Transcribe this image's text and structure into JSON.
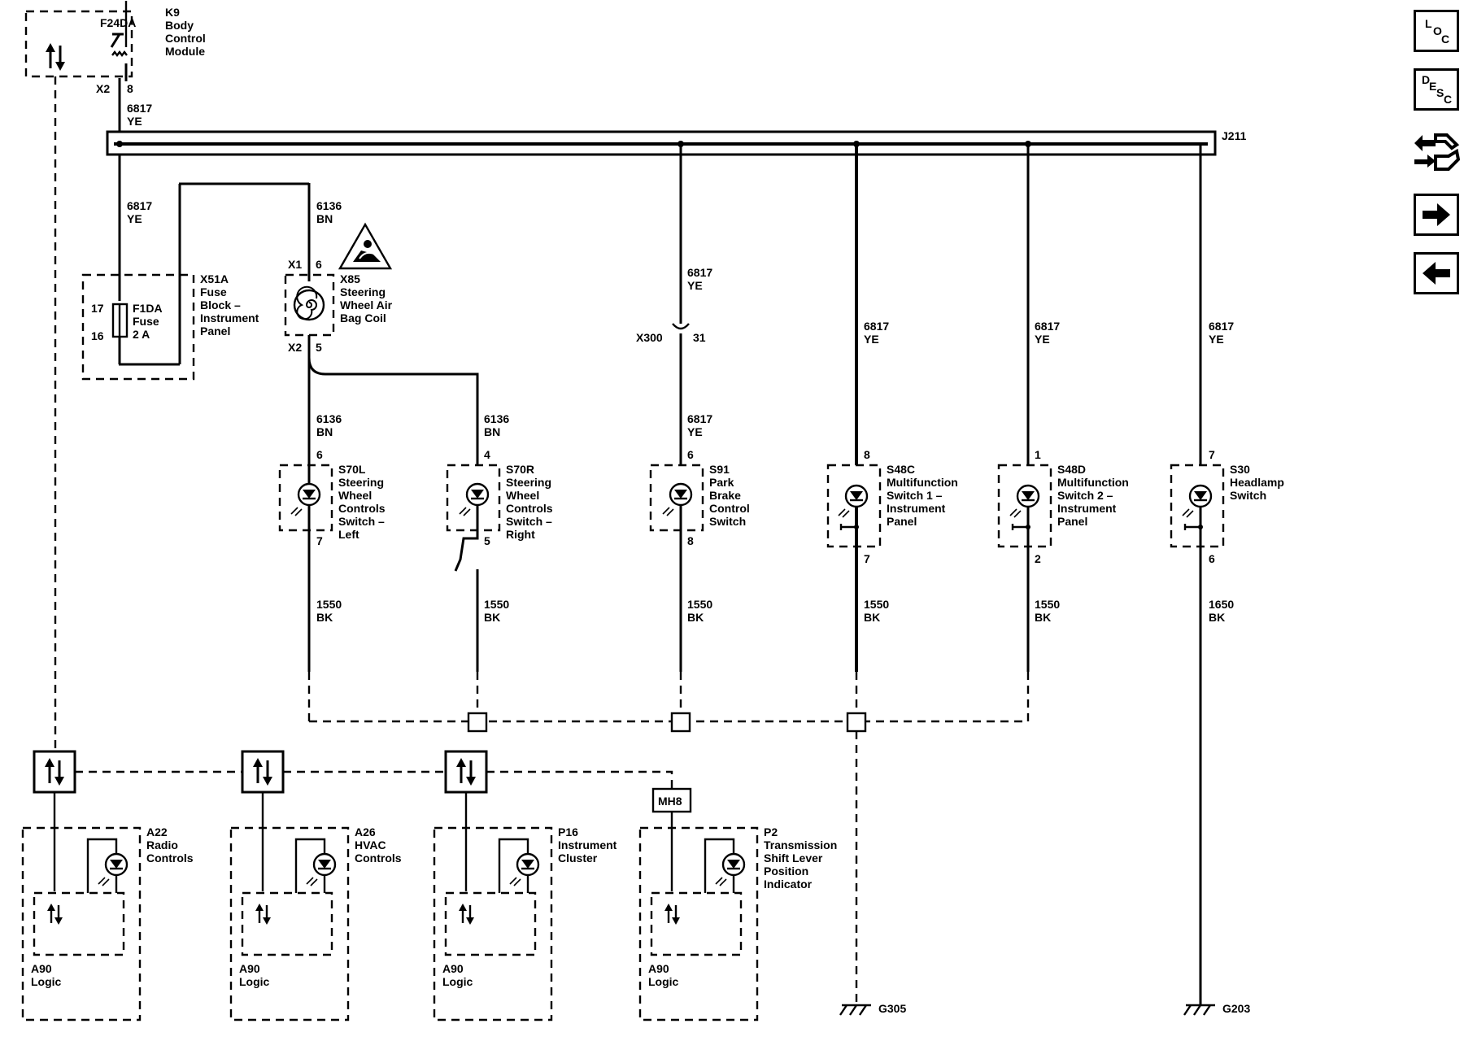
{
  "modules": {
    "k9": {
      "ref": "K9",
      "lines": [
        "Body",
        "Control",
        "Module"
      ],
      "fuse": "F24DA",
      "connector": "X2",
      "pin": "8"
    },
    "x51a": {
      "ref": "X51A",
      "lines": [
        "Fuse",
        "Block –",
        "Instrument",
        "Panel"
      ],
      "fuse_ref": "F1DA",
      "fuse_lines": [
        "Fuse",
        "2 A"
      ],
      "pin_in": "17",
      "pin_out": "16"
    },
    "x85": {
      "ref": "X85",
      "lines": [
        "Steering",
        "Wheel Air",
        "Bag Coil"
      ],
      "conn1": "X1",
      "pin1": "6",
      "conn2": "X2",
      "pin2": "5"
    },
    "j211": {
      "ref": "J211"
    },
    "x300": {
      "ref": "X300",
      "pin": "31"
    },
    "mh8": {
      "ref": "MH8"
    }
  },
  "wires": {
    "w6817_top": [
      "6817",
      "YE"
    ],
    "w6817_mid": [
      "6817",
      "YE"
    ],
    "w6136_top": [
      "6136",
      "BN"
    ],
    "w6136_l": [
      "6136",
      "BN"
    ],
    "w6136_r": [
      "6136",
      "BN"
    ],
    "w6817_x300_top": [
      "6817",
      "YE"
    ],
    "w6817_x300_bot": [
      "6817",
      "YE"
    ],
    "w6817_s48c": [
      "6817",
      "YE"
    ],
    "w6817_s48d": [
      "6817",
      "YE"
    ],
    "w6817_s30": [
      "6817",
      "YE"
    ],
    "w1550_s70l": [
      "1550",
      "BK"
    ],
    "w1550_s70r": [
      "1550",
      "BK"
    ],
    "w1550_s91": [
      "1550",
      "BK"
    ],
    "w1550_s48c": [
      "1550",
      "BK"
    ],
    "w1550_s48d": [
      "1550",
      "BK"
    ],
    "w1650_s30": [
      "1650",
      "BK"
    ]
  },
  "switches": [
    {
      "ref": "S70L",
      "lines": [
        "Steering",
        "Wheel",
        "Controls",
        "Switch –",
        "Left"
      ],
      "pin_top": "6",
      "pin_bot": "7"
    },
    {
      "ref": "S70R",
      "lines": [
        "Steering",
        "Wheel",
        "Controls",
        "Switch –",
        "Right"
      ],
      "pin_top": "4",
      "pin_bot": "5"
    },
    {
      "ref": "S91",
      "lines": [
        "Park",
        "Brake",
        "Control",
        "Switch"
      ],
      "pin_top": "6",
      "pin_bot": "8"
    },
    {
      "ref": "S48C",
      "lines": [
        "Multifunction",
        "Switch 1 –",
        "Instrument",
        "Panel"
      ],
      "pin_top": "8",
      "pin_bot": "7"
    },
    {
      "ref": "S48D",
      "lines": [
        "Multifunction",
        "Switch 2 –",
        "Instrument",
        "Panel"
      ],
      "pin_top": "1",
      "pin_bot": "2"
    },
    {
      "ref": "S30",
      "lines": [
        "Headlamp",
        "Switch"
      ],
      "pin_top": "7",
      "pin_bot": "6"
    }
  ],
  "lamp_modules": [
    {
      "ref": "A22",
      "lines": [
        "Radio",
        "Controls"
      ],
      "logic_ref": "A90",
      "logic_label": "Logic"
    },
    {
      "ref": "A26",
      "lines": [
        "HVAC",
        "Controls"
      ],
      "logic_ref": "A90",
      "logic_label": "Logic"
    },
    {
      "ref": "P16",
      "lines": [
        "Instrument",
        "Cluster"
      ],
      "logic_ref": "A90",
      "logic_label": "Logic"
    },
    {
      "ref": "P2",
      "lines": [
        "Transmission",
        "Shift Lever",
        "Position",
        "Indicator"
      ],
      "logic_ref": "A90",
      "logic_label": "Logic"
    }
  ],
  "grounds": {
    "g305": "G305",
    "g203": "G203"
  },
  "nav": {
    "loc": {
      "l1": "L",
      "l2": "O",
      "l3": "C"
    },
    "desc": {
      "l1": "D",
      "l2": "E",
      "l3": "S",
      "l4": "C"
    }
  }
}
